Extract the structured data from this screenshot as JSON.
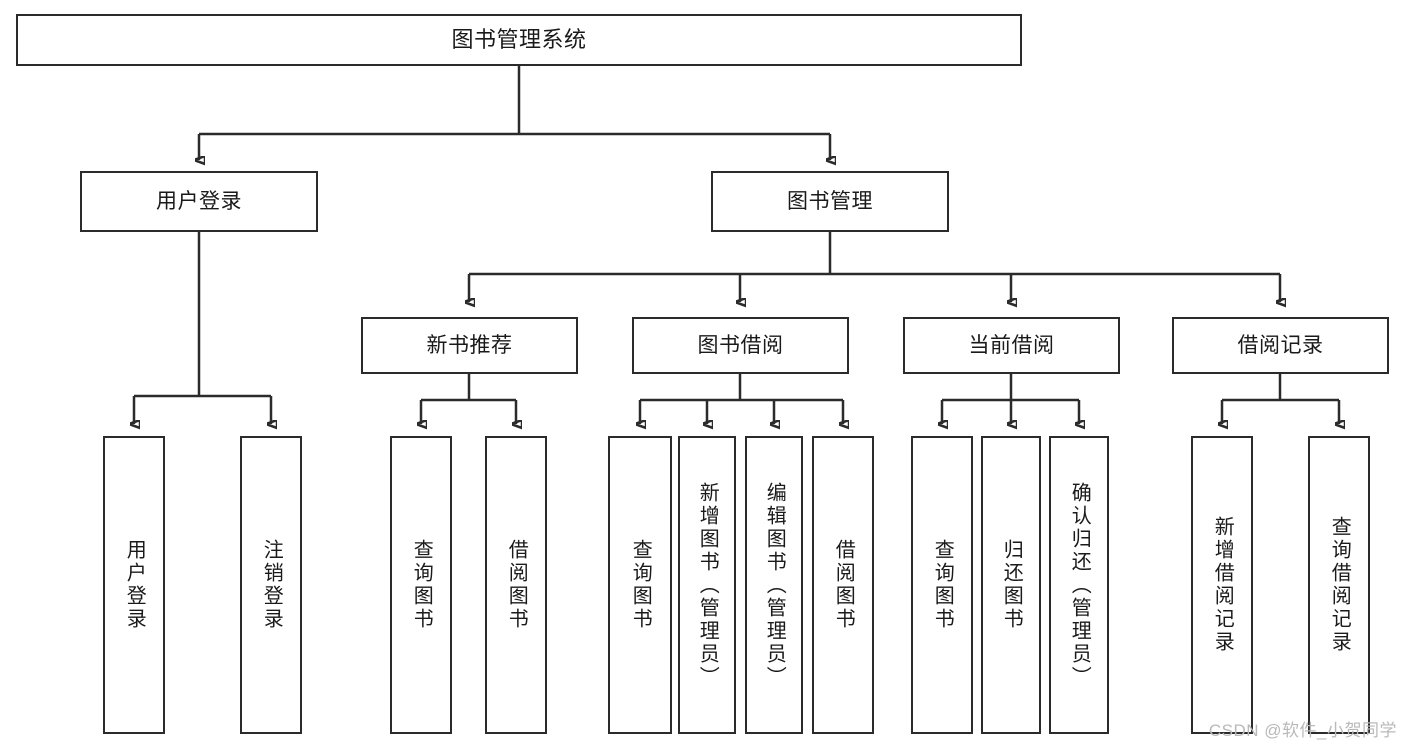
{
  "diagram": {
    "title": "图书管理系统",
    "type": "tree-hierarchy-diagram",
    "colors": {
      "stroke": "#2b2b2b",
      "box_fill": "#ffffff",
      "text": "#1a1a1a",
      "watermark": "#b9b9b9",
      "background": "#ffffff"
    },
    "root": {
      "label": "图书管理系统"
    },
    "level2": [
      {
        "label": "用户登录"
      },
      {
        "label": "图书管理"
      }
    ],
    "level3": [
      {
        "label": "新书推荐"
      },
      {
        "label": "图书借阅"
      },
      {
        "label": "当前借阅"
      },
      {
        "label": "借阅记录"
      }
    ],
    "leaves": {
      "user_login": [
        {
          "label": "用户登录"
        },
        {
          "label": "注销登录"
        }
      ],
      "new_book_recommend": [
        {
          "label": "查询图书"
        },
        {
          "label": "借阅图书"
        }
      ],
      "book_borrow": [
        {
          "label": "查询图书"
        },
        {
          "label": "新增图书（管理员）"
        },
        {
          "label": "编辑图书（管理员）"
        },
        {
          "label": "借阅图书"
        }
      ],
      "current_borrow": [
        {
          "label": "查询图书"
        },
        {
          "label": "归还图书"
        },
        {
          "label": "确认归还（管理员）"
        }
      ],
      "borrow_record": [
        {
          "label": "新增借阅记录"
        },
        {
          "label": "查询借阅记录"
        }
      ]
    },
    "watermark": "CSDN @软件_小贺同学"
  }
}
